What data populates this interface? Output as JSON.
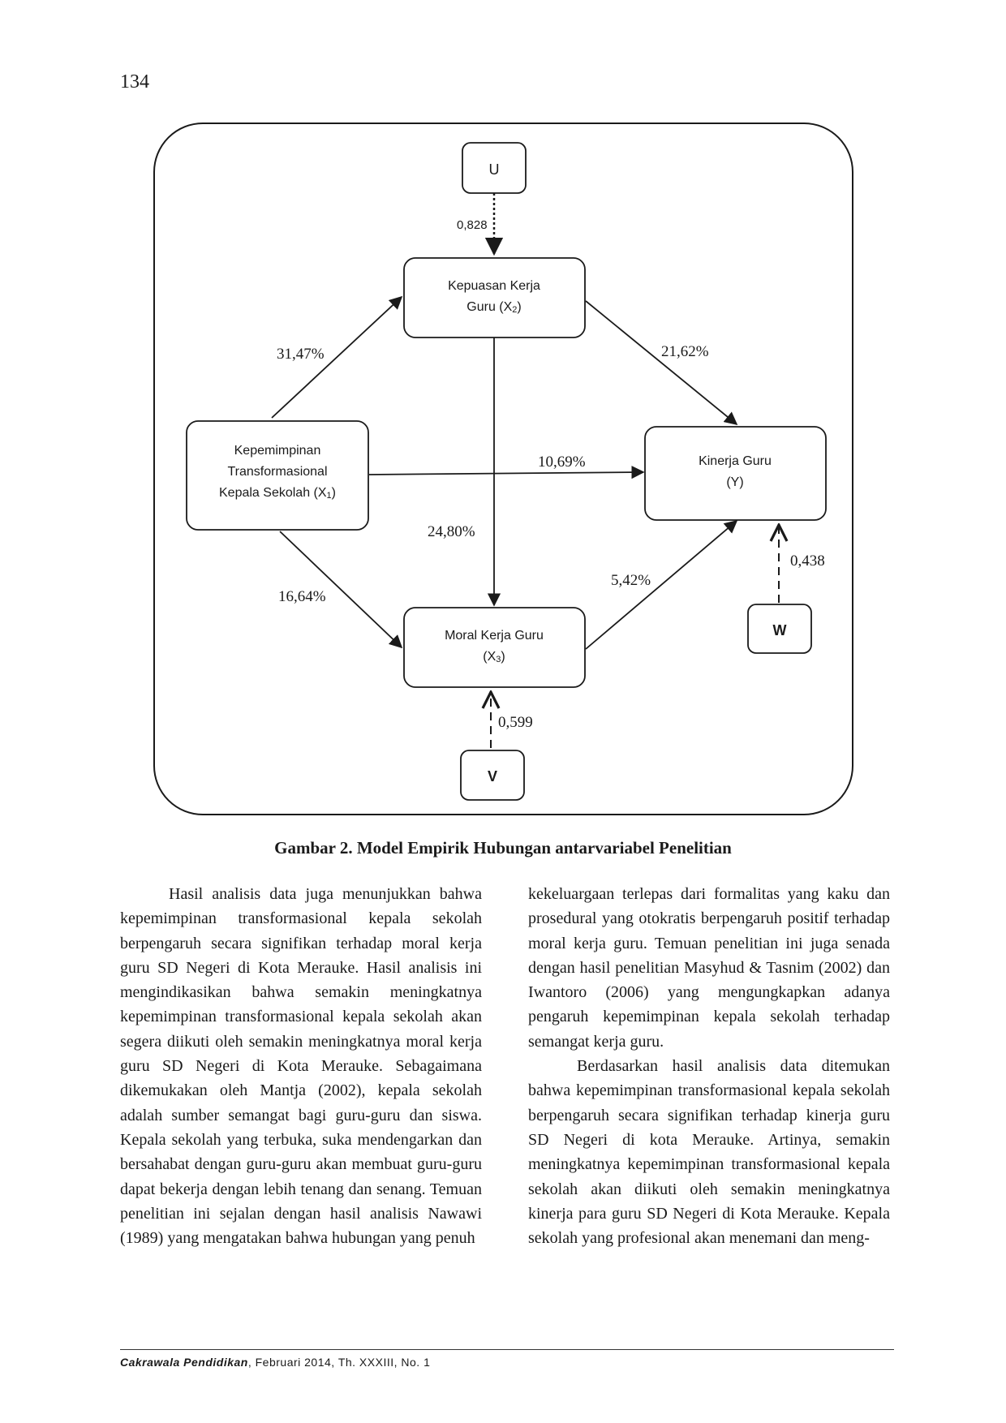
{
  "page_number": "134",
  "figure": {
    "nodes": {
      "u": "U",
      "x2": {
        "line1": "Kepuasan Kerja",
        "line2_main": "Guru (X",
        "line2_sub": "2",
        "line2_end": ")"
      },
      "x1": {
        "line1": "Kepemimpinan",
        "line2": "Transformasional",
        "line3_main": "Kepala Sekolah  (X",
        "line3_sub": "1",
        "line3_end": ")"
      },
      "y": {
        "line1": "Kinerja Guru",
        "line2": "(Y)"
      },
      "x3": {
        "line1": "Moral Kerja Guru",
        "line2_main": "(X",
        "line2_sub": "3",
        "line2_end": ")"
      },
      "w": "W",
      "v": "V"
    },
    "edges": {
      "u_x2": "0,828",
      "x1_x2": "31,47%",
      "x2_y": "21,62%",
      "x1_y": "10,69%",
      "x2_x3": "24,80%",
      "x1_x3": "16,64%",
      "x3_y": "5,42%",
      "w_y": "0,438",
      "v_x3": "0,599"
    },
    "caption": "Gambar 2. Model Empirik Hubungan antarvariabel Penelitian"
  },
  "body": {
    "left_column": [
      "Hasil analisis data juga menunjukkan bahwa kepemimpinan transformasional kepala sekolah berpengaruh secara signifikan terhadap moral kerja guru SD Negeri di Kota Merauke. Hasil analisis ini mengindikasikan bahwa semakin meningkatnya kepemimpinan transformasional kepala sekolah akan segera diikuti oleh semakin meningkatnya moral kerja guru SD Negeri di Kota Merauke. Sebagaimana dikemukakan oleh Mantja (2002), kepala sekolah adalah sumber semangat bagi guru-guru dan siswa. Kepala sekolah yang terbuka, suka mendengarkan dan bersahabat dengan guru-guru akan membuat guru-guru dapat bekerja dengan lebih tenang dan senang. Temuan penelitian ini sejalan dengan hasil analisis Nawawi (1989) yang mengatakan bahwa hubungan yang penuh"
    ],
    "right_column": [
      "kekeluargaan terlepas dari formalitas yang kaku dan prosedural yang otokratis berpengaruh positif terhadap moral kerja guru. Temuan penelitian ini juga senada dengan hasil penelitian Masyhud & Tasnim (2002) dan Iwantoro (2006) yang mengungkapkan adanya pengaruh kepemimpinan kepala sekolah terhadap semangat kerja guru.",
      "Berdasarkan hasil analisis data ditemukan bahwa kepemimpinan transformasional kepala sekolah berpengaruh secara signifikan terhadap kinerja guru SD Negeri di kota Merauke. Artinya, semakin meningkatnya kepemimpinan transformasional kepala sekolah akan diikuti oleh semakin meningkatnya kinerja para guru SD Negeri di Kota Merauke. Kepala sekolah yang profesional akan menemani dan meng-"
    ]
  },
  "footer": {
    "journal": "Cakrawala Pendidikan",
    "details": ", Februari 2014, Th. XXXIII, No. 1"
  }
}
